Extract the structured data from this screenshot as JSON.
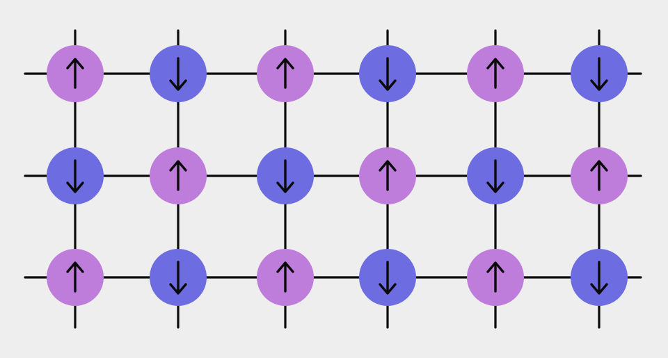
{
  "diagram": {
    "rows": 3,
    "cols": 6,
    "spins": [
      [
        "up",
        "down",
        "up",
        "down",
        "up",
        "down"
      ],
      [
        "down",
        "up",
        "down",
        "up",
        "down",
        "up"
      ],
      [
        "up",
        "down",
        "up",
        "down",
        "up",
        "down"
      ]
    ],
    "colors": {
      "background": "#efeeef",
      "spin_up": "#be7cdb",
      "spin_down": "#6d6ce0",
      "line": "#0a0a0a"
    },
    "icons": {
      "up": "arrow-up-icon",
      "down": "arrow-down-icon"
    }
  }
}
